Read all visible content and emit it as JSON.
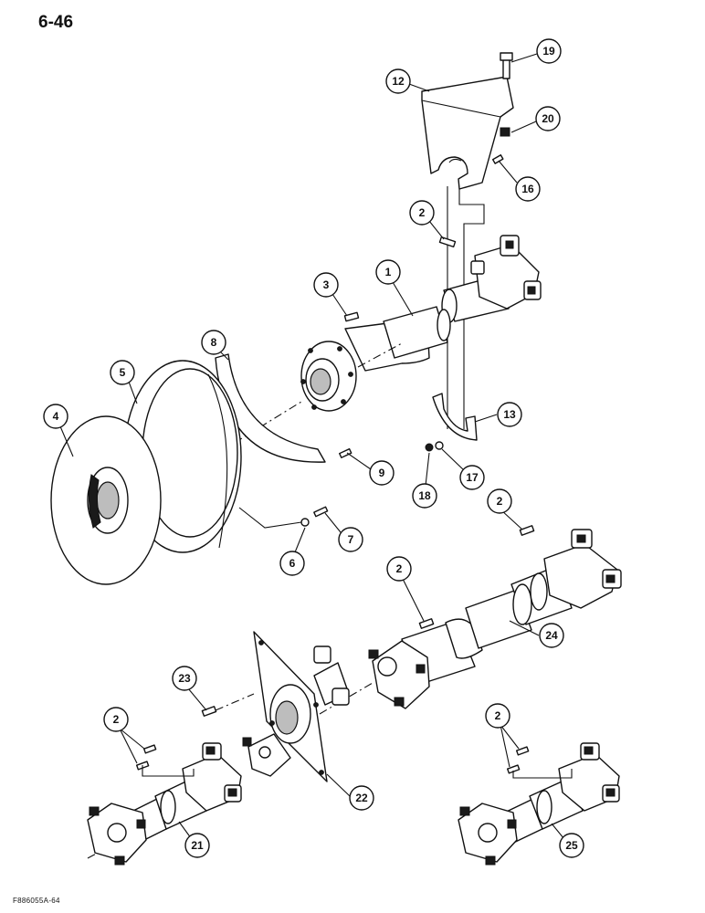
{
  "page": {
    "number": "6-46",
    "figure_code": "F886055A-64"
  },
  "callouts": [
    {
      "id": "c19",
      "label": "19"
    },
    {
      "id": "c12",
      "label": "12"
    },
    {
      "id": "c20",
      "label": "20"
    },
    {
      "id": "c16",
      "label": "16"
    },
    {
      "id": "c2a",
      "label": "2"
    },
    {
      "id": "c3",
      "label": "3"
    },
    {
      "id": "c1",
      "label": "1"
    },
    {
      "id": "c8",
      "label": "8"
    },
    {
      "id": "c5",
      "label": "5"
    },
    {
      "id": "c4",
      "label": "4"
    },
    {
      "id": "c13",
      "label": "13"
    },
    {
      "id": "c9",
      "label": "9"
    },
    {
      "id": "c17",
      "label": "17"
    },
    {
      "id": "c18",
      "label": "18"
    },
    {
      "id": "c2b",
      "label": "2"
    },
    {
      "id": "c7",
      "label": "7"
    },
    {
      "id": "c6",
      "label": "6"
    },
    {
      "id": "c2c",
      "label": "2"
    },
    {
      "id": "c24",
      "label": "24"
    },
    {
      "id": "c23",
      "label": "23"
    },
    {
      "id": "c2d",
      "label": "2"
    },
    {
      "id": "c2e",
      "label": "2"
    },
    {
      "id": "c22",
      "label": "22"
    },
    {
      "id": "c21",
      "label": "21"
    },
    {
      "id": "c25",
      "label": "25"
    }
  ]
}
